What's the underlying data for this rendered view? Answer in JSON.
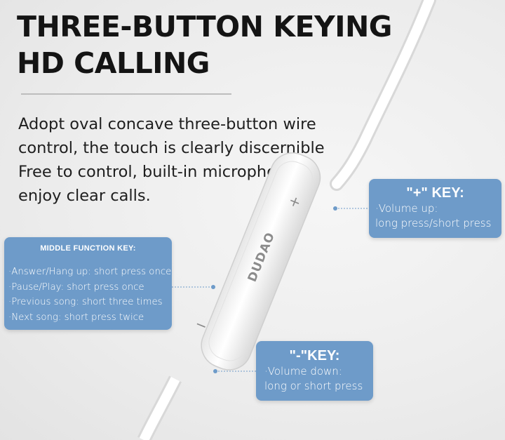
{
  "title": [
    "THREE-BUTTON KEYING",
    "HD CALLING"
  ],
  "description": [
    "Adopt oval concave three-button wire",
    "control, the touch is clearly discernible",
    "Free to control, built-in microphone,",
    "enjoy clear calls."
  ],
  "controller": {
    "plus_symbol": "+",
    "minus_symbol": "−",
    "brand_logo": "DUDAO"
  },
  "plus_key": {
    "title": "\"+\" KEY:",
    "lines": [
      "·Volume up:",
      "long press/short press"
    ]
  },
  "middle_key": {
    "title": "MIDDLE FUNCTION KEY:",
    "lines": [
      "·Answer/Hang up: short press once",
      "·Pause/Play: short press once",
      "·Previous song: short three times",
      "·Next song: short press twice"
    ]
  },
  "minus_key": {
    "title": "\"-\"KEY:",
    "lines": [
      "·Volume down:",
      "long or short press"
    ]
  },
  "colors": {
    "callout_bg": "#6e9bc9",
    "title_text": "#141414",
    "leader": "#6e9bc9"
  }
}
